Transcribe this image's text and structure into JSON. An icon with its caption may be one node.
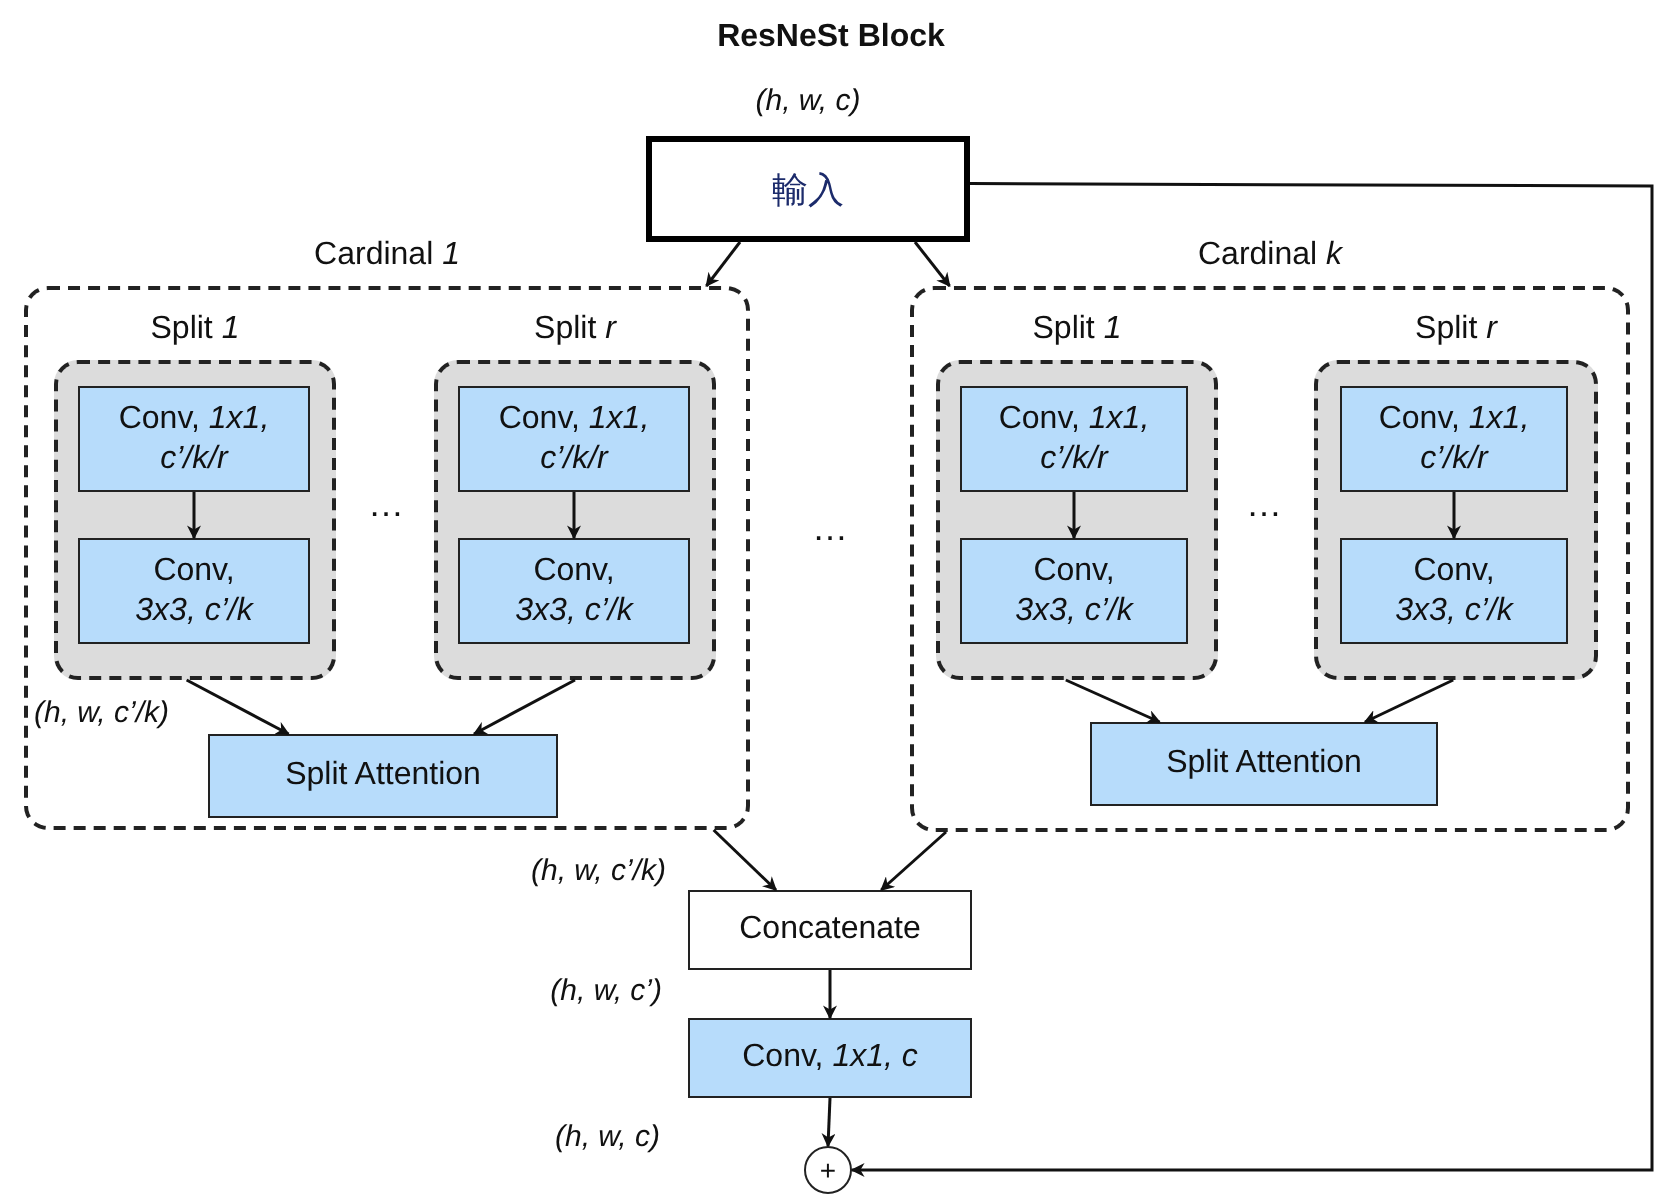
{
  "diagram": {
    "title": "ResNeSt Block",
    "nodes": [
      {
        "text": [
          "輸入"
        ],
        "beside": [
          "(h, w, c)"
        ]
      },
      {
        "text": [
          "Cardinal *1*"
        ]
      },
      {
        "text": [
          "Split *1*"
        ],
        "in": 1
      },
      {
        "text": [
          "Conv, *1x1, c’/k/r*"
        ],
        "in": 2
      },
      {
        "text": [
          "Conv, *3x3, c’/k*"
        ],
        "in": 2
      },
      {
        "text": [
          "Split *r*"
        ],
        "in": 1
      },
      {
        "text": [
          "Conv, *1x1, c’/k/r*"
        ],
        "in": 5
      },
      {
        "text": [
          "Conv, *3x3, c’/k*"
        ],
        "in": 5
      },
      {
        "text": [
          "Split Attention"
        ],
        "in": 1
      },
      {
        "text": [
          "Cardinal *k*"
        ]
      },
      {
        "text": [
          "Split *1*"
        ],
        "in": 9
      },
      {
        "text": [
          "Conv, *1x1, c’/k/r*"
        ],
        "in": 10
      },
      {
        "text": [
          "Conv, *3x3, c’/k*"
        ],
        "in": 10
      },
      {
        "text": [
          "Split *r*"
        ],
        "in": 9
      },
      {
        "text": [
          "Conv, *1x1, c’/k/r*"
        ],
        "in": 13
      },
      {
        "text": [
          "Conv, *3x3, c’/k*"
        ],
        "in": 13
      },
      {
        "text": [
          "Split Attention"
        ],
        "in": 9
      },
      {
        "text": [
          "Concatenate"
        ]
      },
      {
        "text": [
          "Conv, *1x1, c*"
        ]
      },
      {
        "text": [
          "+"
        ]
      }
    ],
    "edges": [
      {
        "from": 0,
        "to": 1,
        "arrow": "to"
      },
      {
        "from": 0,
        "to": 9,
        "arrow": "to"
      },
      {
        "from": 3,
        "to": 4,
        "arrow": "to"
      },
      {
        "from": 6,
        "to": 7,
        "arrow": "to"
      },
      {
        "from": 2,
        "to": 8,
        "arrow": "to"
      },
      {
        "from": 5,
        "to": 8,
        "arrow": "to"
      },
      {
        "from": 11,
        "to": 12,
        "arrow": "to"
      },
      {
        "from": 14,
        "to": 15,
        "arrow": "to"
      },
      {
        "from": 10,
        "to": 16,
        "arrow": "to"
      },
      {
        "from": 13,
        "to": 16,
        "arrow": "to"
      },
      {
        "from": 1,
        "to": 17,
        "arrow": "to"
      },
      {
        "from": 9,
        "to": 17,
        "arrow": "to"
      },
      {
        "from": 17,
        "to": 18,
        "arrow": "to"
      },
      {
        "from": 18,
        "to": 19,
        "arrow": "to"
      },
      {
        "from": 0,
        "to": 19,
        "arrow": "to"
      }
    ],
    "labels": [
      "…",
      "…",
      "…",
      "*(h, w, c’/k)*",
      "*(h, w, c’/k)*",
      "*(h, w, c’)*",
      "*(h, w, c)*"
    ]
  }
}
